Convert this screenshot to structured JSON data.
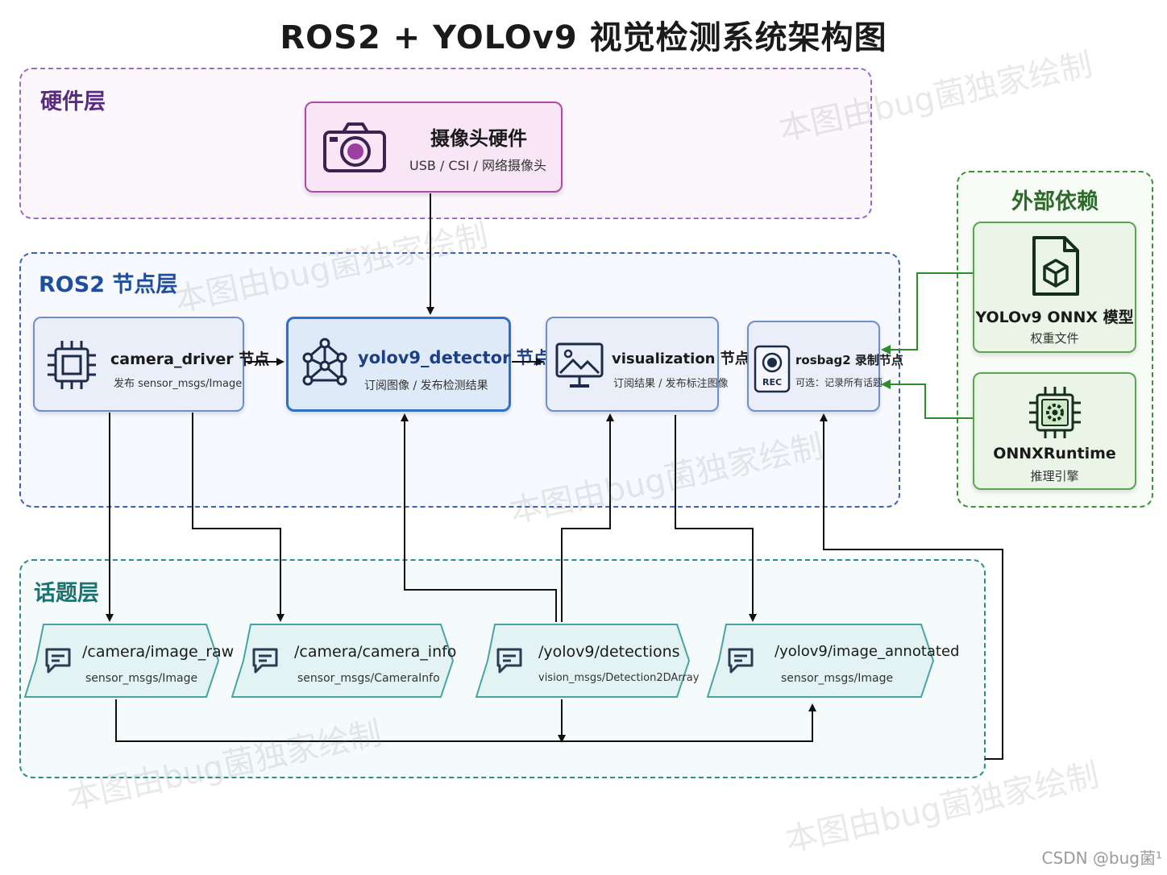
{
  "title": "ROS2 + YOLOv9 视觉检测系统架构图",
  "layers": {
    "hardware": "硬件层",
    "ros2": "ROS2 节点层",
    "topics": "话题层",
    "external": "外部依赖"
  },
  "hardware": {
    "camera": {
      "title": "摄像头硬件",
      "subtitle": "USB / CSI / 网络摄像头",
      "icon": "camera-icon"
    }
  },
  "nodes": {
    "camera_driver": {
      "title": "camera_driver 节点",
      "subtitle": "发布 sensor_msgs/Image",
      "icon": "chip-icon"
    },
    "yolov9_detector": {
      "title": "yolov9_detector 节点",
      "subtitle": "订阅图像 / 发布检测结果",
      "icon": "network-icon"
    },
    "visualization": {
      "title": "visualization 节点",
      "subtitle": "订阅结果 / 发布标注图像",
      "icon": "monitor-icon"
    },
    "rosbag2": {
      "title": "rosbag2 录制节点",
      "subtitle": "可选：记录所有话题",
      "icon": "record-icon",
      "badge": "REC"
    }
  },
  "topics": [
    {
      "title": "/camera/image_raw",
      "subtitle": "sensor_msgs/Image",
      "icon": "message-icon"
    },
    {
      "title": "/camera/camera_info",
      "subtitle": "sensor_msgs/CameraInfo",
      "icon": "message-icon"
    },
    {
      "title": "/yolov9/detections",
      "subtitle": "vision_msgs/Detection2DArray",
      "icon": "message-icon"
    },
    {
      "title": "/yolov9/image_annotated",
      "subtitle": "sensor_msgs/Image",
      "icon": "message-icon"
    }
  ],
  "external": {
    "model": {
      "title": "YOLOv9 ONNX 模型",
      "subtitle": "权重文件",
      "icon": "model-file-icon"
    },
    "runtime": {
      "title": "ONNXRuntime",
      "subtitle": "推理引擎",
      "icon": "processor-gear-icon"
    }
  },
  "watermark": "本图由bug菌独家绘制",
  "credit": "CSDN @bug菌¹",
  "colors": {
    "hardware": "#9a6cc6",
    "ros2": "#3a62b5",
    "topics": "#2d8c8c",
    "external": "#3f8f3a",
    "detector": "#2d6fd0",
    "arrow": "#111111",
    "external_arrow": "#2e8b2e"
  }
}
